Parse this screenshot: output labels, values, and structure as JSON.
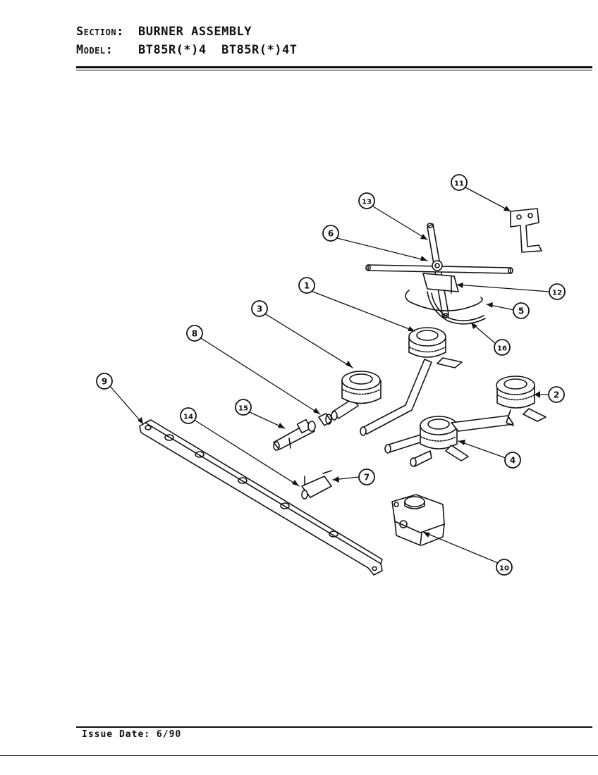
{
  "header": {
    "section_label": "Section:",
    "section_value": "BURNER ASSEMBLY",
    "model_label": "Model:",
    "model_value": "BT85R(*)4  BT85R(*)4T"
  },
  "footer": {
    "issue_date": "Issue Date: 6/90"
  },
  "callouts": [
    "1",
    "2",
    "3",
    "4",
    "5",
    "6",
    "7",
    "8",
    "9",
    "10",
    "11",
    "12",
    "13",
    "14",
    "15",
    "16"
  ]
}
